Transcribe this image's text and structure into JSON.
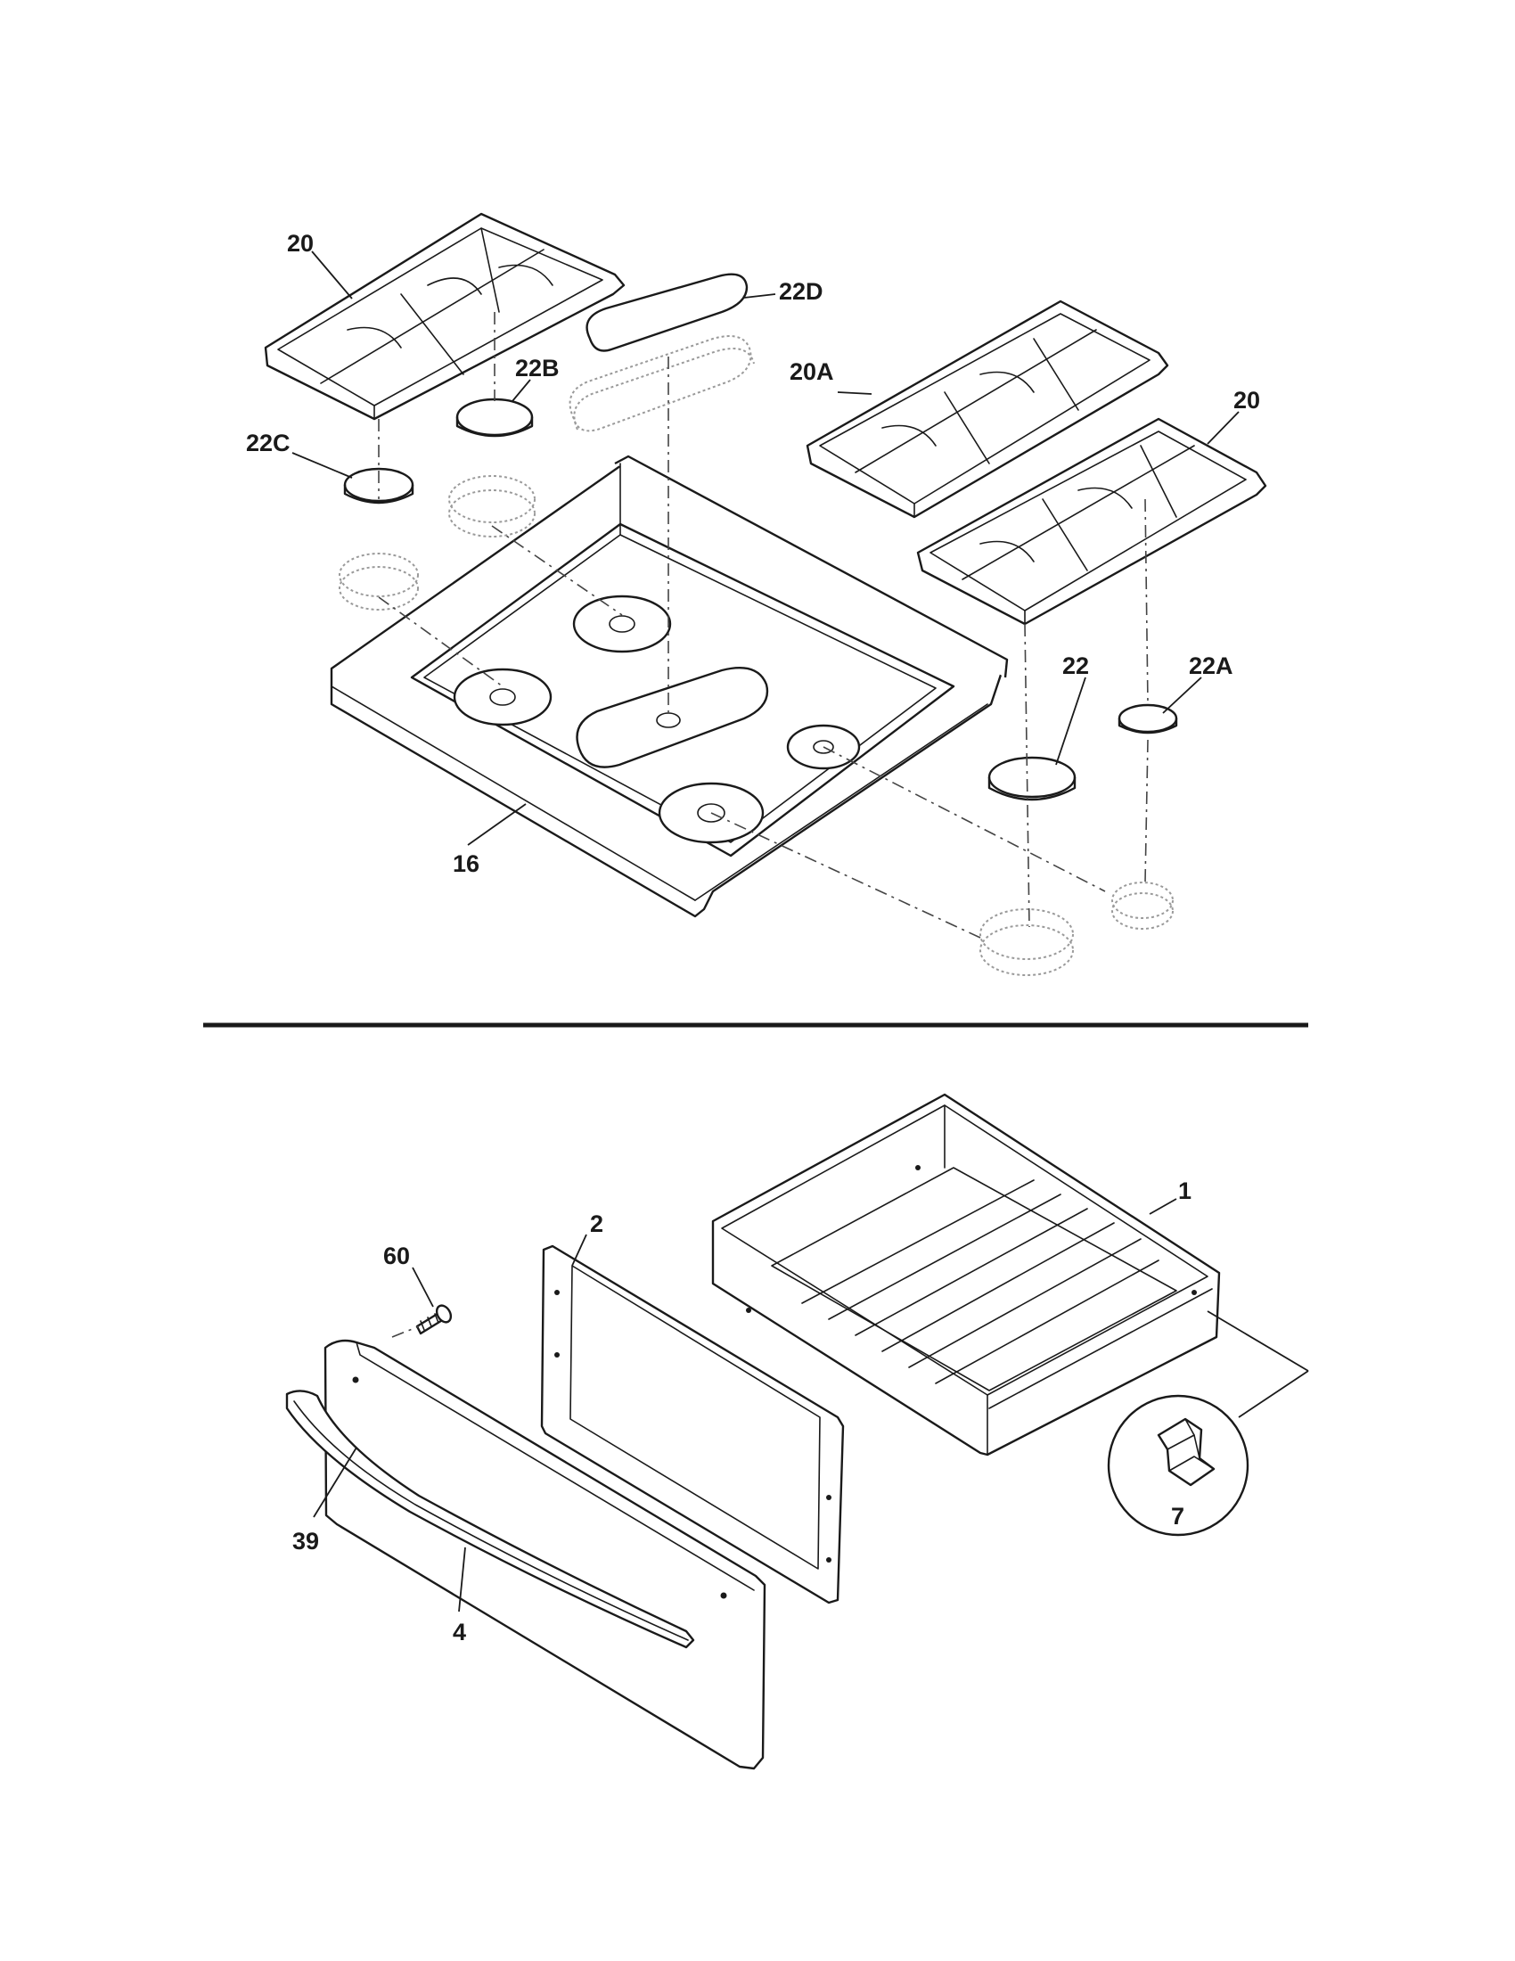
{
  "labels": {
    "l20a": "20",
    "l22d": "22D",
    "l22b": "22B",
    "l20A": "20A",
    "l20b": "20",
    "l22c": "22C",
    "l22": "22",
    "l22a": "22A",
    "l16": "16",
    "l1": "1",
    "l2": "2",
    "l60": "60",
    "l7": "7",
    "l39": "39",
    "l4": "4"
  }
}
